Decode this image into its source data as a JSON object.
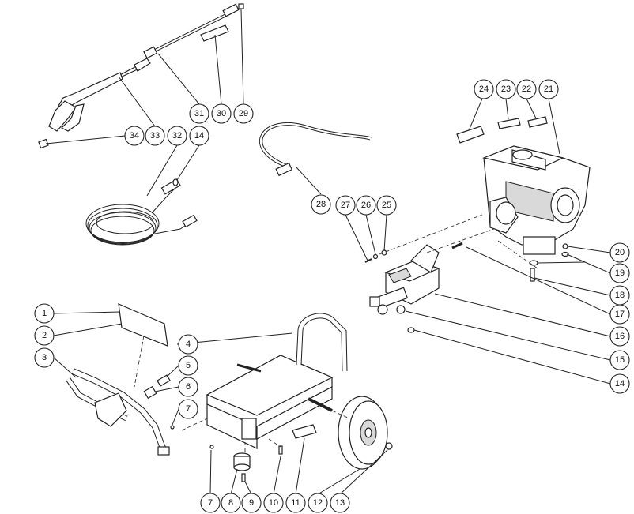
{
  "callouts": [
    {
      "id": "c1",
      "label": "1"
    },
    {
      "id": "c2",
      "label": "2"
    },
    {
      "id": "c3",
      "label": "3"
    },
    {
      "id": "c4",
      "label": "4"
    },
    {
      "id": "c5",
      "label": "5"
    },
    {
      "id": "c6",
      "label": "6"
    },
    {
      "id": "c7a",
      "label": "7"
    },
    {
      "id": "c7b",
      "label": "7"
    },
    {
      "id": "c8",
      "label": "8"
    },
    {
      "id": "c9",
      "label": "9"
    },
    {
      "id": "c10",
      "label": "10"
    },
    {
      "id": "c11",
      "label": "11"
    },
    {
      "id": "c12",
      "label": "12"
    },
    {
      "id": "c13",
      "label": "13"
    },
    {
      "id": "c14a",
      "label": "14"
    },
    {
      "id": "c14b",
      "label": "14"
    },
    {
      "id": "c15",
      "label": "15"
    },
    {
      "id": "c16",
      "label": "16"
    },
    {
      "id": "c17",
      "label": "17"
    },
    {
      "id": "c18",
      "label": "18"
    },
    {
      "id": "c19",
      "label": "19"
    },
    {
      "id": "c20",
      "label": "20"
    },
    {
      "id": "c21",
      "label": "21"
    },
    {
      "id": "c22",
      "label": "22"
    },
    {
      "id": "c23",
      "label": "23"
    },
    {
      "id": "c24",
      "label": "24"
    },
    {
      "id": "c25",
      "label": "25"
    },
    {
      "id": "c26",
      "label": "26"
    },
    {
      "id": "c27",
      "label": "27"
    },
    {
      "id": "c28",
      "label": "28"
    },
    {
      "id": "c29",
      "label": "29"
    },
    {
      "id": "c30",
      "label": "30"
    },
    {
      "id": "c31",
      "label": "31"
    },
    {
      "id": "c32",
      "label": "32"
    },
    {
      "id": "c33",
      "label": "33"
    },
    {
      "id": "c34",
      "label": "34"
    }
  ]
}
